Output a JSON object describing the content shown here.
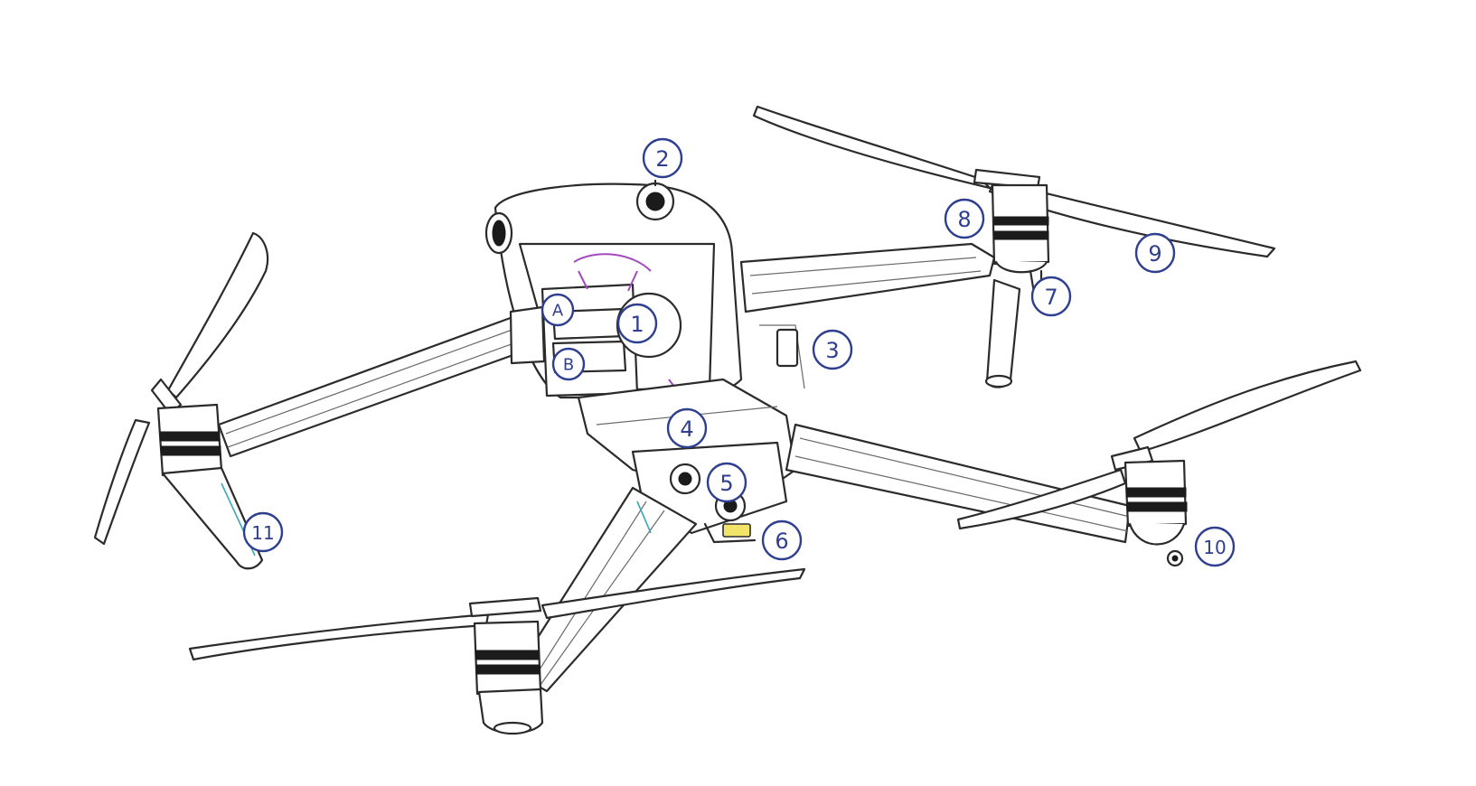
{
  "callouts": [
    {
      "id": "1",
      "label": "1"
    },
    {
      "id": "2",
      "label": "2"
    },
    {
      "id": "3",
      "label": "3"
    },
    {
      "id": "4",
      "label": "4"
    },
    {
      "id": "5",
      "label": "5"
    },
    {
      "id": "6",
      "label": "6"
    },
    {
      "id": "7",
      "label": "7"
    },
    {
      "id": "8",
      "label": "8"
    },
    {
      "id": "9",
      "label": "9"
    },
    {
      "id": "10",
      "label": "10"
    },
    {
      "id": "11",
      "label": "11"
    },
    {
      "id": "A",
      "label": "A"
    },
    {
      "id": "B",
      "label": "B"
    }
  ],
  "colors": {
    "line": "#2b2b2b",
    "callout": "#2e3f8f",
    "accent_purple": "#a24bc0",
    "accent_teal": "#39a9b8"
  }
}
